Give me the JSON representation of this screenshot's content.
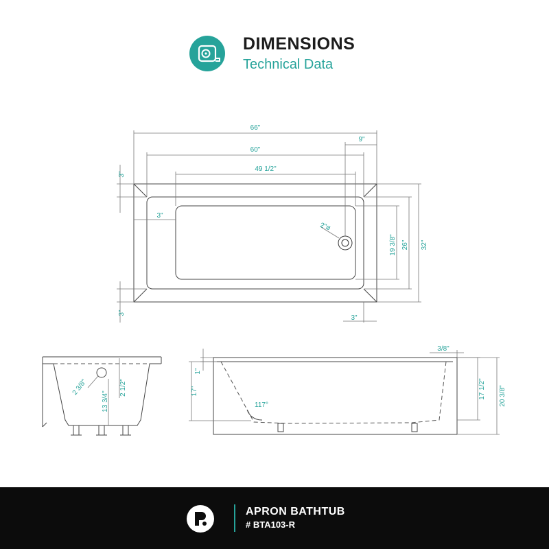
{
  "header": {
    "title": "DIMENSIONS",
    "subtitle": "Technical Data",
    "icon": "tape-measure-icon"
  },
  "top_view": {
    "overall_length": "66\"",
    "inner_length": "60\"",
    "basin_length": "49 1/2\"",
    "drain_offset": "9\"",
    "rim_top": "3\"",
    "rim_left": "3\"",
    "rim_bottom": "3\"",
    "rim_right": "3\"",
    "drain_diameter": "2\"ø",
    "basin_width": "19 3/8\"",
    "inner_width": "26\"",
    "overall_width": "32\""
  },
  "end_view": {
    "drain_diameter": "2 3/8\"",
    "drain_height": "2 1/2\"",
    "floor_height": "13 3/4\""
  },
  "side_view": {
    "rim_height": "1\"",
    "depth": "17\"",
    "wall_angle": "117°",
    "rim_thickness": "3/8\"",
    "inner_height": "17 1/2\"",
    "overall_height": "20 3/8\""
  },
  "footer": {
    "product_name": "APRON BATHTUB",
    "model": "# BTA103-R",
    "brand_icon": "brand-logo-icon"
  },
  "colors": {
    "accent": "#26a39a",
    "footer_bg": "#0c0c0c",
    "line": "#444444"
  }
}
